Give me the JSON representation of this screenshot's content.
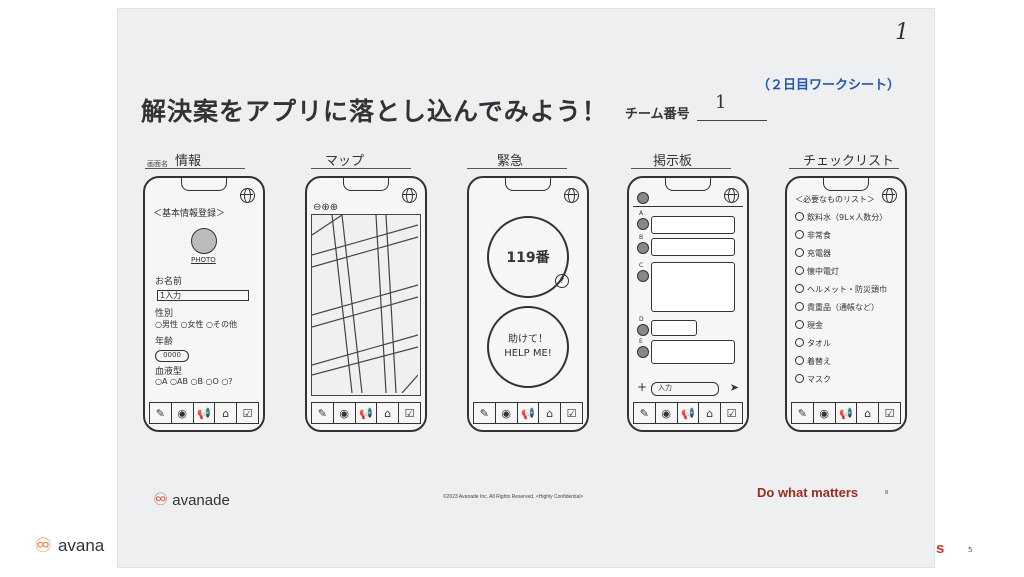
{
  "slide": {
    "logo": "avana",
    "tagline_fragment": "s",
    "page_number": "5"
  },
  "worksheet": {
    "page_number": "1",
    "subtitle": "（２日目ワークシート）",
    "title": "解決案をアプリに落とし込んでみよう！",
    "team_label": "チーム番号",
    "team_value": "1",
    "screen_name_prefix": "画面名",
    "screens": [
      {
        "name": "情報"
      },
      {
        "name": "マップ"
      },
      {
        "name": "緊急"
      },
      {
        "name": "掲示板"
      },
      {
        "name": "チェックリスト"
      }
    ],
    "info_screen": {
      "header": "＜基本情報登録＞",
      "photo": "PHOTO",
      "name_label": "お名前",
      "name_input": "1入力",
      "gender_label": "性別",
      "gender_options": "○男性 ○女性 ○その他",
      "age_label": "年齢",
      "age_value": "0000",
      "blood_label": "血液型",
      "blood_options": "○A ○AB ○B ○O ○?"
    },
    "map_screen": {
      "controls": "⊖⊕⊕"
    },
    "emergency_screen": {
      "call_button": "119番",
      "help_button_jp": "助けて！",
      "help_button_en": "HELP ME!",
      "help_icon": "?"
    },
    "board_screen": {
      "letters": [
        "A",
        "B",
        "C",
        "D",
        "E"
      ],
      "input_placeholder": "入力",
      "plus": "+",
      "send": "➤"
    },
    "checklist_screen": {
      "header": "＜必要なものリスト＞",
      "items": [
        "飲料水（9L×人数分）",
        "非常食",
        "充電器",
        "懐中電灯",
        "ヘルメット・防災頭巾",
        "貴重品（通帳など）",
        "現金",
        "タオル",
        "着替え",
        "マスク"
      ]
    },
    "footer": {
      "logo": "avanade",
      "copyright": "©2023 Avanade Inc. All Rights Reserved. <Highly Confidential>",
      "tagline": "Do what matters",
      "page_number": "8"
    }
  },
  "icons": {
    "tab_icons": [
      "memo-icon",
      "map-pin-icon",
      "megaphone-icon",
      "house-icon",
      "checkbox-icon"
    ],
    "tab_glyphs": [
      "✎",
      "◉",
      "📢",
      "⌂",
      "☑"
    ]
  }
}
